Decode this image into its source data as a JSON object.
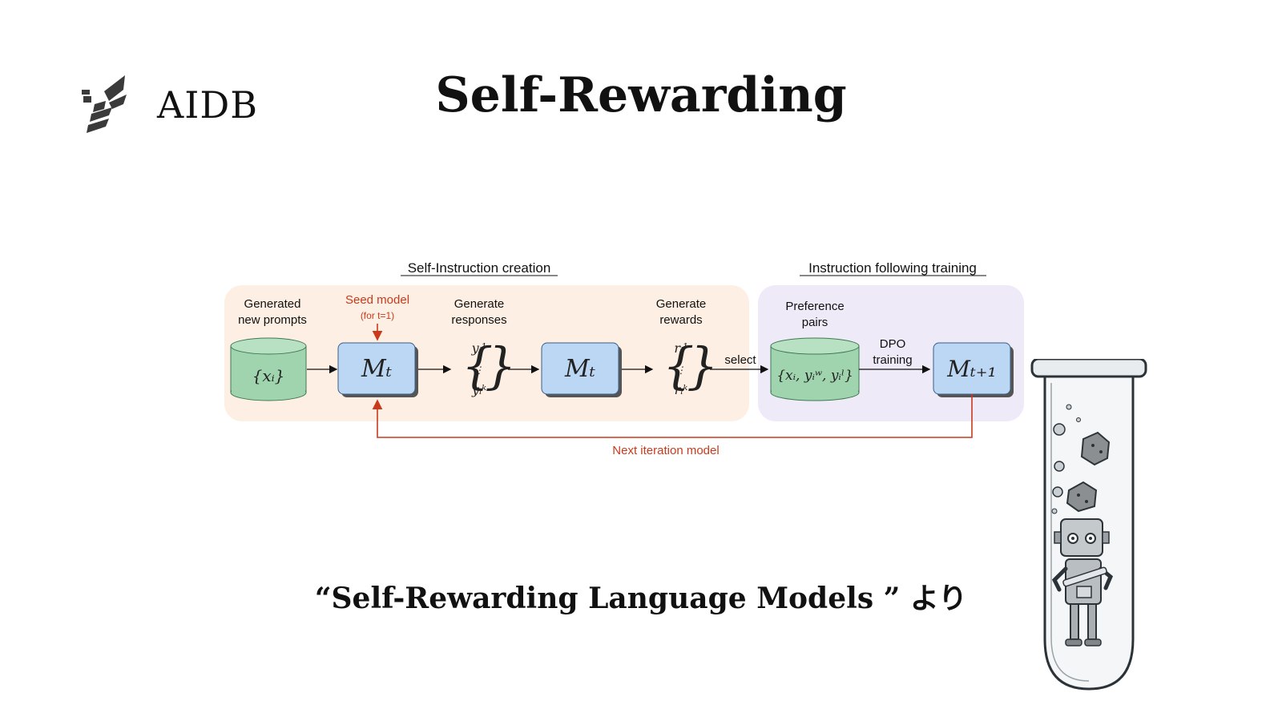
{
  "header": {
    "logo_text": "AIDB",
    "title": "Self-Rewarding"
  },
  "diagram": {
    "section_left": "Self-Instruction creation",
    "section_right": "Instruction following training",
    "generated_line1": "Generated",
    "generated_line2": "new prompts",
    "seed_line1": "Seed model",
    "seed_line2": "(for t=1)",
    "gen_resp_line1": "Generate",
    "gen_resp_line2": "responses",
    "gen_rew_line1": "Generate",
    "gen_rew_line2": "rewards",
    "pref_line1": "Preference",
    "pref_line2": "pairs",
    "select": "select",
    "dpo_line1": "DPO",
    "dpo_line2": "training",
    "next_iter": "Next iteration model",
    "prompts_db": "{xᵢ}",
    "model_mt_1": "Mₜ",
    "model_mt_2": "Mₜ",
    "model_next": "Mₜ₊₁",
    "resp_top": "yᵢ¹",
    "resp_dots": "⋮",
    "resp_bottom": "yᵢᵏ",
    "rew_top": "rᵢ¹",
    "rew_dots": "⋮",
    "rew_bottom": "rᵢᵏ",
    "pairs_db": "{xᵢ, yᵢʷ, yᵢˡ}",
    "colors": {
      "left_panel": "#fdefe3",
      "right_panel": "#efeaf7",
      "db_fill": "#9fd4ae",
      "model_fill": "#bcd7f3",
      "accent_red": "#c93a1c"
    }
  },
  "caption": "“Self-Rewarding Language Models ” より"
}
